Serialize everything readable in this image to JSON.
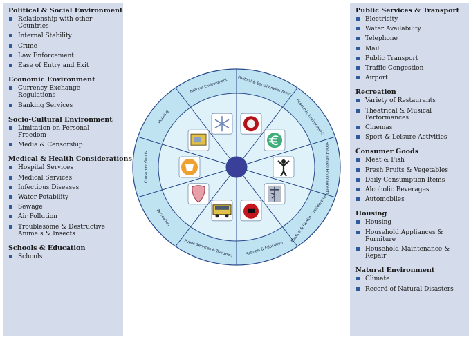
{
  "left_panel": {
    "sections": [
      {
        "title": "Political & Social Environment",
        "items": [
          "Relationship with other Countries",
          "Internal Stability",
          "Crime",
          "Law Enforcement",
          "Ease of Entry and Exit"
        ]
      },
      {
        "title": "Economic Environment",
        "items": [
          "Currency Exchange Regulations",
          "Banking Services"
        ]
      },
      {
        "title": "Socio-Cultural Environment",
        "items": [
          "Limitation on Personal Freedom",
          "Media & Censorship"
        ]
      },
      {
        "title": "Medical & Health Considerations",
        "items": [
          "Hospital Services",
          "Medical Services",
          "Infectious Diseases",
          "Water Potability",
          "Sewage",
          "Air Pollution",
          "Troublesome & Destructive Animals & Insects"
        ]
      },
      {
        "title": "Schools & Education",
        "items": [
          "Schools"
        ]
      }
    ]
  },
  "right_panel": {
    "sections": [
      {
        "title": "Public Services & Transport",
        "items": [
          "Electricity",
          "Water Availability",
          "Telephone",
          "Mail",
          "Public Transport",
          "Traffic Congestion",
          "Airport"
        ]
      },
      {
        "title": "Recreation",
        "items": [
          "Variety of Restaurants",
          "Theatrical & Musical Performances",
          "Cinemas",
          "Sport & Leisure Activities"
        ]
      },
      {
        "title": "Consumer Goods",
        "items": [
          "Meat & Fish",
          "Fresh Fruits & Vegetables",
          "Daily Consumption Items",
          "Alcoholic Beverages",
          "Automobiles"
        ]
      },
      {
        "title": "Housing",
        "items": [
          "Housing",
          "Household Appliances & Furniture",
          "Household Maintenance & Repair"
        ]
      },
      {
        "title": "Natural Environment",
        "items": [
          "Climate",
          "Record of Natural Disasters"
        ]
      }
    ]
  },
  "wheel": {
    "segments": [
      {
        "label": "Political & Social Environment",
        "icon": "globe-icon"
      },
      {
        "label": "Economic Environment",
        "icon": "euro-currency-icon"
      },
      {
        "label": "Socio-Cultural Environment",
        "icon": "person-silhouette-icon"
      },
      {
        "label": "Medical & Health Considerations",
        "icon": "caduceus-icon"
      },
      {
        "label": "Schools & Education",
        "icon": "apple-icon"
      },
      {
        "label": "Public Services & Transport",
        "icon": "bus-icon"
      },
      {
        "label": "Recreation",
        "icon": "theater-mask-icon"
      },
      {
        "label": "Consumer Goods",
        "icon": "shopping-icon"
      },
      {
        "label": "Housing",
        "icon": "appliance-icon"
      },
      {
        "label": "Natural Environment",
        "icon": "snowflake-icon"
      }
    ],
    "colors": {
      "outer_ring": "#bfe3f1",
      "inner_disc": "#dff2f9",
      "lines": "#2b4a8c",
      "hub": "#3a3f9a"
    }
  }
}
